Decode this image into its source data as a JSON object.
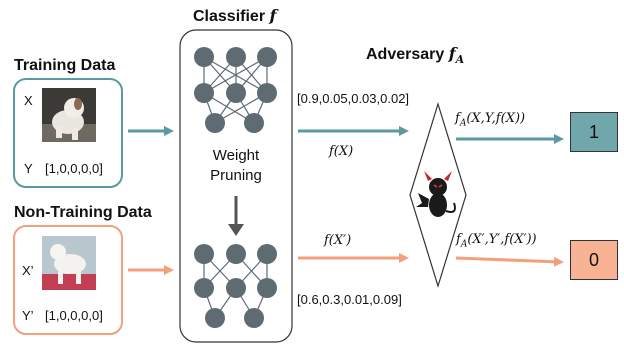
{
  "classifier": {
    "title": "Classifier",
    "symbol": "f",
    "process_label_line1": "Weight",
    "process_label_line2": "Pruning"
  },
  "adversary": {
    "title": "Adversary",
    "symbol": "f",
    "subscript": "A"
  },
  "training": {
    "title": "Training Data",
    "x_label": "X",
    "y_label": "Y",
    "y_value": "[1,0,0,0,0]",
    "image_icon": "puppy-photo",
    "accent": "#5b9aa0"
  },
  "nontraining": {
    "title": "Non-Training Data",
    "x_label": "X’",
    "y_label": "Y’",
    "y_value": "[1,0,0,0,0]",
    "image_icon": "poodle-photo",
    "accent": "#f2a07a"
  },
  "outputs": {
    "top_vector": "[0.9,0.05,0.03,0.02]",
    "top_fx": "f(X)",
    "top_adv": "fA(X,Y,f(X))",
    "top_result": "1",
    "bottom_vector": "[0.6,0.3,0.01,0.09]",
    "bottom_fx": "f(X′)",
    "bottom_adv": "fA(X′,Y′,f(X′))",
    "bottom_result": "0"
  },
  "colors": {
    "teal": "#5b9aa0",
    "teal_fill": "#6fa7ad",
    "salmon": "#f2a07a",
    "salmon_fill": "#f7b394",
    "node": "#5f6b73"
  }
}
